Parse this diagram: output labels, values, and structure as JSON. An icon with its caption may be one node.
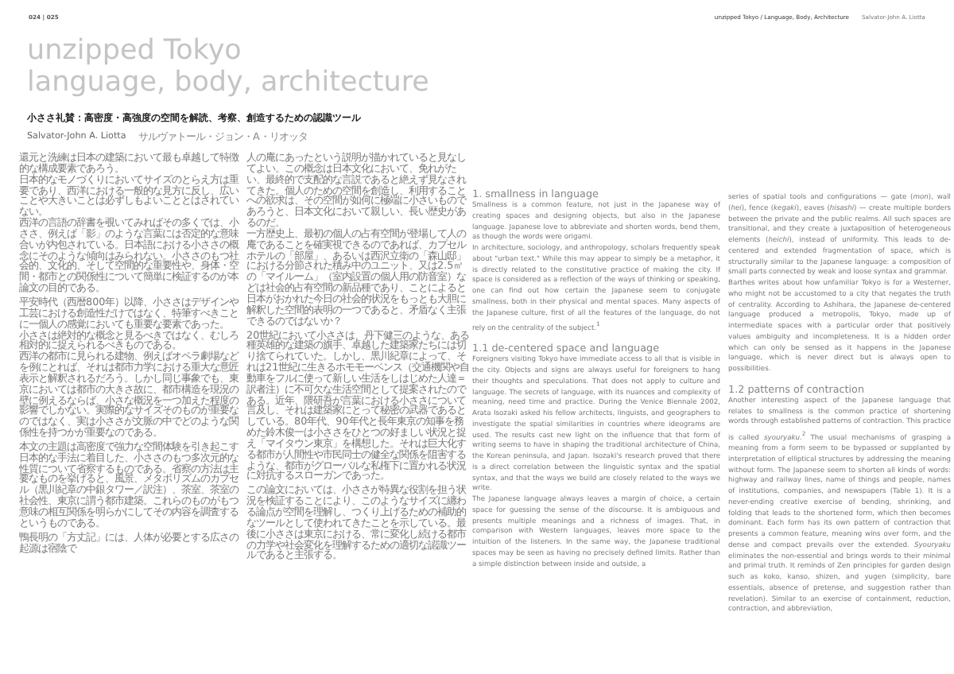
{
  "diagram": {
    "title": "unzipped Tokyo language, body, architecture",
    "labels": [
      "024 | 025",
      "unzipped Tokyo / Language, Body, Architecture",
      "Salvator-John A. Liotta",
      "小ささ礼賛：高密度・高強度の空間を解読、考察、創造するための認識ツール",
      "Salvator-John A. Liotta",
      "サルヴァトール・ジョン・A・リオッタ",
      "還元と洗練は日本の建築において最も卓越して特徴的な構成要素であろう。",
      "日本的なモノづくりにおいてサイズのとらえ方は重要であり、西洋における一般的な見方に反し、広いことや大きいことは必ずしもよいこととはされていない。",
      "西洋の言語の辞書を覗いてみればその多くでは、小ささ、例えば「影」のような言葉には否定的な意味合いが内包されている。日本語における小ささの概念にそのような傾向はみられない。小ささのもつ社会的、文化的、そして空間的な重要性や、身体・空間・都市との関係性について簡単に検証するのが本論文の目的である。",
      "平安時代（西暦800年）以降、小ささはデザインや工芸における創造性だけではなく、特筆すべきことに一個人の感覚においても重要な要素であった。",
      "小ささは絶対的な概念と見るべきではなく、むしろ相対的に捉えられるべきものである。",
      "西洋の都市に見られる建物、例えばオペラ劇場などを例にとれば、それは都市力学における重大な意匠表示と解釈されるだろう。しかし同じ事象でも、東京においては都市の大きさ故に、都市構造を現況の壁に例えるならば、小さな概況を一つ加えた程度の影響でしかない。実際的なサイズそのものが重要なのではなく、実は小ささが文脈の中でどのような関係性を持つかが重要なのである。",
      "本文の主題は高密度で強力な空間体験を引き起こす日本的な手法に着目した、小ささのもつ多次元的な性質について省察するものである。省察の方法は主要なものを挙げると、風景、メタボリズムのカプセル（黒川紀章の中銀タワー／訳注）、茶室、茶室の社会性、東京に謂う都市建築。これらのものがもつ意味の相互関係を明らかにしてその内容を調査するというものである。",
      "鴨長明の「方丈記」には、人体が必要とする広さの起源は宿陰で",
      "人の庵にあったという説明が描かれていると見なしてよい。この概念は日本文化において、免れがたい、最終的で支配的な言説であると絶えず見なされてきた。個人のための空間を創造し、利用することへの欲求は、その空間が如何に極端に小さいものであろうと、日本文化において親しい、長い歴史があるのだ。",
      "一方歴史上、最初の個人の占有空間が登場して人の庵であることを確実視できるのであれば、カプセルホテルの「部屋」、あるいは西沢立衛の「森山邸」における分節された積み中のユニット、又は2.5㎡の「マイルーム」（室内設置の個人用の防音室）などは社会的占有空間の新品種であり、ことによると日本がおかれた今日の社会的状況をもっとも大胆に解釈した空間的表明の一つであると、矛盾なく主張できるのではないか？",
      "20世紀において小ささは、丹下健三のような、ある種英雄的な建築の旗手、卓越した建築家たちには切り捨てられていた。しかし、黒川紀章によって、それは21世紀に生きるホモモーベンス（交通機関や自動車をフルに使って新しい生活をしはじめた人達＝訳者注）に不可欠な生活空間として提案されたのである。近年、隈研吾が言葉における小ささについて言及し、それは建築家にとって秘密の武器であるとしている。80年代、90年代と長年東京の知事を務めた鈴木俊一は小ささをひとつの好ましい状況と捉え「マイタウン東京」を構想した。それは巨大化する都市が人間性や市民同士の健全な関係を阻害するような、都市がグローバルな私権下に置かれる状況に対抗するスローガンであった。",
      "この論文においては、小ささが特異な役割を担う状況を検証することにより、このようなサイズに纏わる論点が空間を理解し、つくり上げるための補助的なツールとして使われてきたことを示している。最後に小ささは東京における、常に変化し続ける都市の力学や社会変化を理解するための適切な認識ツールであると主張する。",
      "1. smallness in language",
      "Smallness is a common feature, not just in the Japanese way of creating spaces and designing objects, but also in the Japanese language. Japanese love to abbreviate and shorten words, bend them, as though the words were origami.",
      "In architecture, sociology, and anthropology, scholars frequently speak about \"urban text.\" While this may appear to simply be a metaphor, it is directly related to the constitutive practice of making the city. If space is considered as a reflection of the ways of thinking or speaking, one can find out how certain the Japanese seem to conjugate smallness, both in their physical and mental spaces. Many aspects of the Japanese culture, first of all the features of the language, do not rely on the centrality of the subject.$^{1}$",
      "1.1 de-centered space and language",
      "Foreigners visiting Tokyo have immediate access to all that is visible in the city. Objects and signs are always useful for foreigners to hang their thoughts and speculations. That does not apply to culture and language. The secrets of language, with its nuances and complexity of meaning, need time and practice. During the Venice Biennale 2002, Arata Isozaki asked his fellow architects, linguists, and geographers to investigate the spatial similarities in countries where ideograms are used. The results cast new light on the influence that that form of writing seems to have in shaping the traditional architecture of China, the Korean peninsula, and Japan. Isozaki's research proved that there is a direct correlation between the linguistic syntax and the spatial syntax, and that the ways we build are closely related to the ways we write.",
      "The Japanese language always leaves a margin of choice, a certain space for guessing the sense of the discourse. It is ambiguous and presents multiple meanings and a richness of images. That, in comparison with Western languages, leaves more space to the intuition of the listeners. In the same way, the Japanese traditional spaces may be seen as having no precisely defined limits. Rather than a simple distinction between inside and outside, a",
      "series of spatial tools and configurations — gate (*mon*), wall (*hei*), fence (*kegaki*), eaves (*hisashi*) — create multiple borders between the private and the public realms. All such spaces are transitional, and they create a juxtaposition of heterogeneous elements (*heichi*), instead of uniformity. This leads to de-centered and extended fragmentation of space, which is structurally similar to the Japanese language: a composition of small parts connected by weak and loose syntax and grammar.",
      "Barthes writes about how unfamiliar Tokyo is for a Westerner, who might not be accustomed to a city that negates the truth of centrality. According to Ashihara, the Japanese de-centered language produced a metropolis, Tokyo, made up of intermediate spaces with a particular order that positively values ambiguity and incompleteness. It is a hidden order which can only be sensed as it happens in the Japanese language, which is never direct but is always open to possibilities.",
      "1.2 patterns of contraction",
      "Another interesting aspect of the Japanese language that relates to smallness is the common practice of shortening words through established patterns of contraction. This practice is called *syouryaku*.$^{2}$ The usual mechanisms of grasping a meaning from a form seem to be bypassed or supplanted by interpretation of elliptical structures by addressing the meaning without form. The Japanese seem to shorten all kinds of words: highway and railway lines, name of things and people, names of institutions, companies, and newspapers (Table 1). It is a never-ending creative exercise of bending, shrinking, and folding that leads to the shortened form, which then becomes dominant. Each form has its own pattern of contraction that presents a common feature, meaning wins over form, and the dense and compact prevails over the extended. *Syouryaku* eliminates the non-essential and brings words to their minimal and primal truth. It reminds of Zen principles for garden design such as koko, kanso, shizen, and yugen (simplicity, bare essentials, absence of pretense, and suggestion rather than revelation). Similar to an exercise of containment, reduction, contraction, and abbreviation,"
    ]
  }
}
